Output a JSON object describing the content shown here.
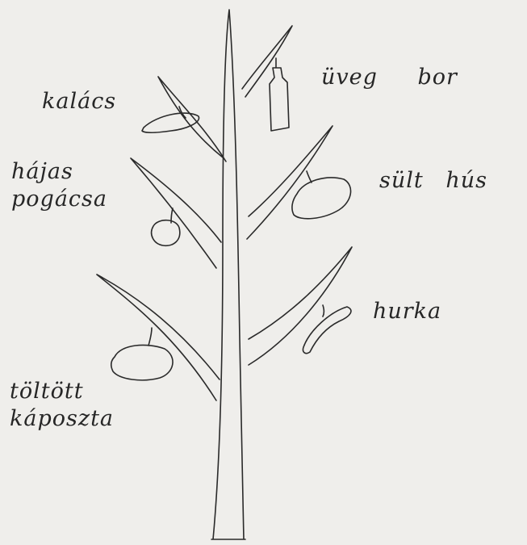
{
  "labels": {
    "kalacs": "kalács",
    "uveg_bor": "üveg bor",
    "hajas_pogacsa": "hájas\npogácsa",
    "sult_hus": "sült hús",
    "hurka": "hurka",
    "toltott_kaposzta": "töltött\nkáposzta"
  }
}
